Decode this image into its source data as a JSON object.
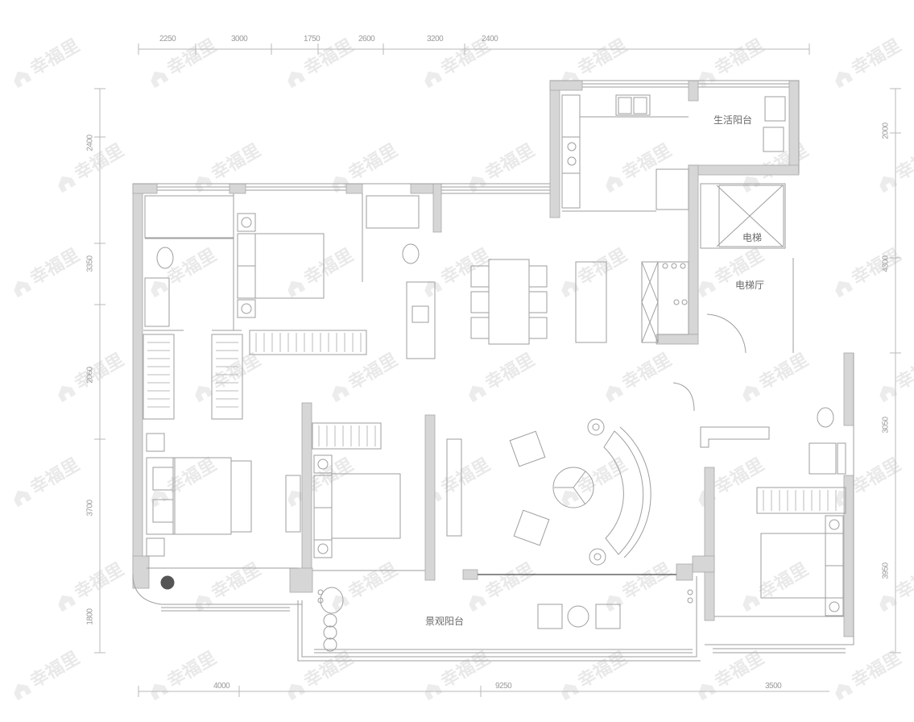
{
  "dimensions": {
    "top": [
      "2250",
      "3000",
      "1750",
      "2600",
      "3200",
      "2400"
    ],
    "bottom": [
      "4000",
      "9250",
      "3500"
    ],
    "left": [
      "2400",
      "3350",
      "2060",
      "3700",
      "1800"
    ],
    "right": [
      "2000",
      "4300",
      "3050",
      "3950"
    ]
  },
  "rooms": {
    "utility_balcony": "生活阳台",
    "elevator": "电梯",
    "elevator_hall": "电梯厅",
    "landscape_balcony": "景观阳台"
  },
  "watermark": {
    "text": "幸福里",
    "icon": "house-icon"
  },
  "colors": {
    "wall_fill": "#d6d6d6",
    "line": "#9e9e9e",
    "dim_line": "#b8b8b8",
    "label": "#6a6a6a",
    "watermark": "#ebebeb"
  }
}
